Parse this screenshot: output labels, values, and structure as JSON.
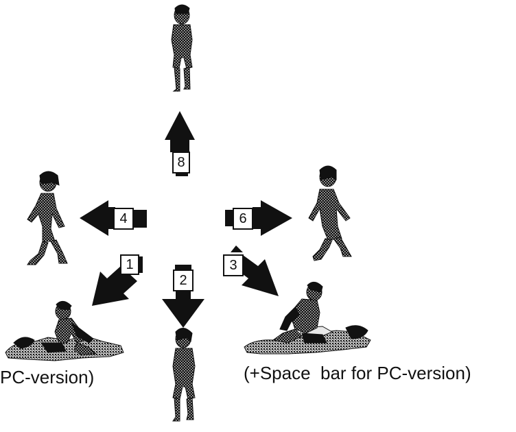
{
  "colors": {
    "ink": "#111111",
    "paper": "#ffffff",
    "dither": "#8a8a8a"
  },
  "keys": {
    "up": "8",
    "left": "4",
    "right": "6",
    "down_left": "1",
    "down": "2",
    "down_right": "3"
  },
  "captions": {
    "left": "PC-version)",
    "right": "(+Space  bar for PC-version)"
  },
  "figures": {
    "top": "standing-figure-icon",
    "left": "walking-left-figure-icon",
    "right": "walking-right-figure-icon",
    "bottom": "walking-toward-figure-icon",
    "bottom_left": "kneeling-cpr-figure-icon",
    "bottom_right": "kneeling-cpr-figure-icon"
  }
}
